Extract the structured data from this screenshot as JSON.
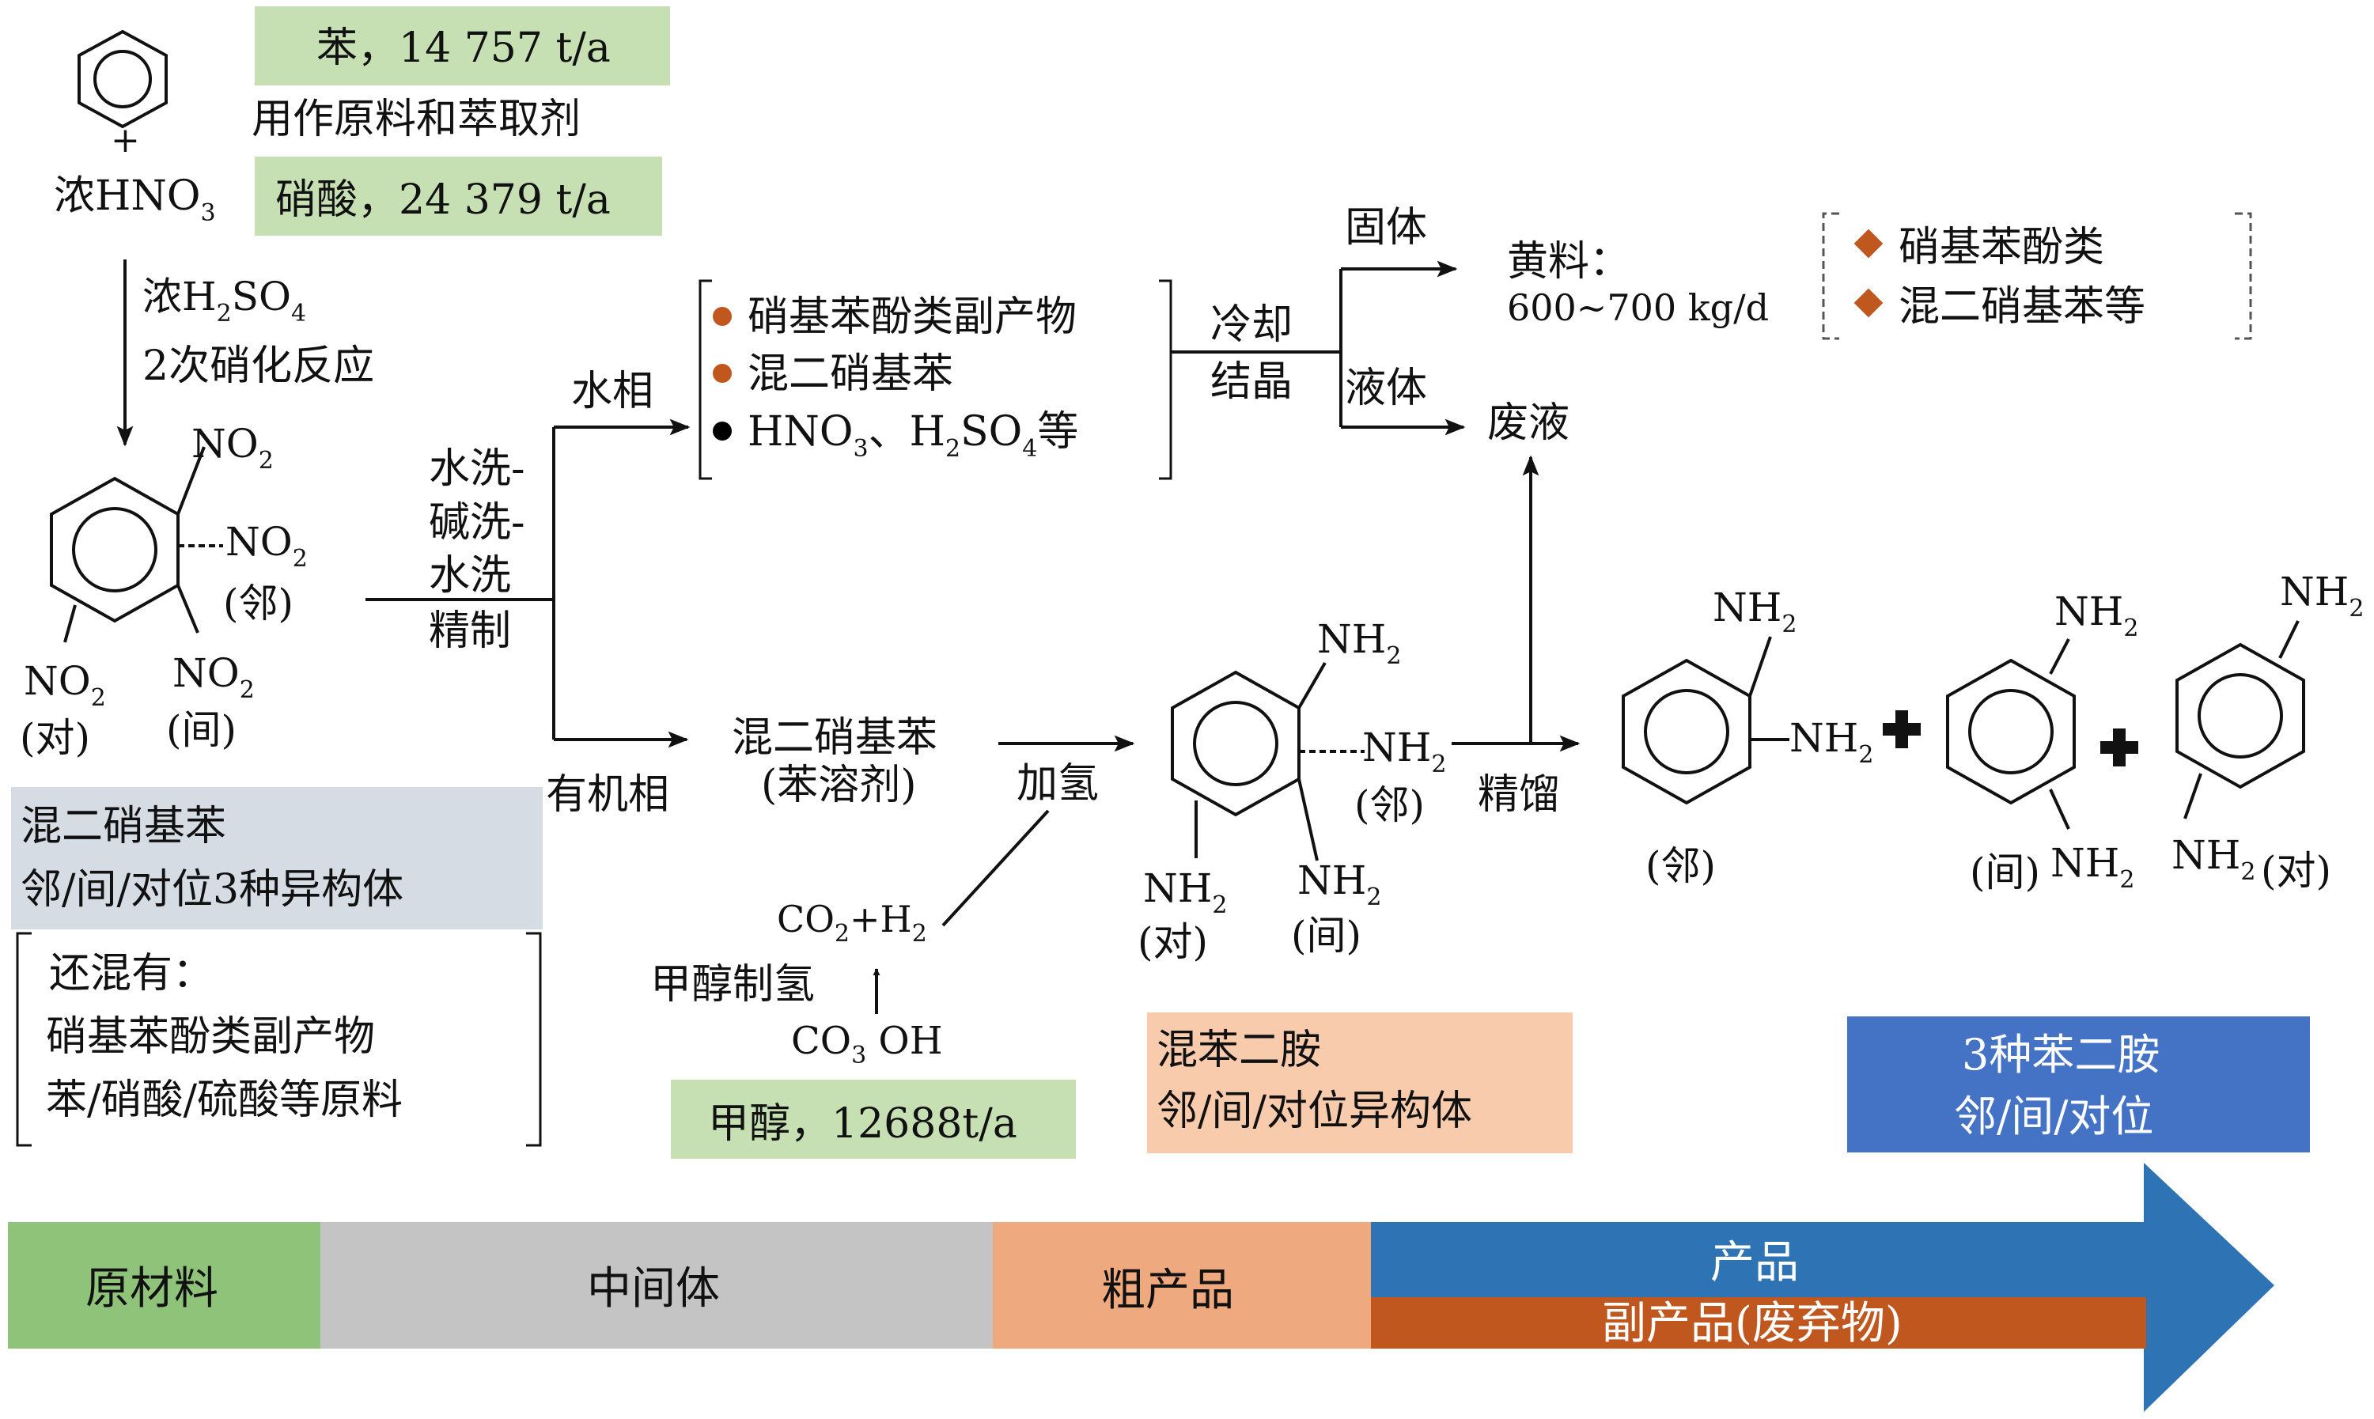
{
  "raw": {
    "benzene_box": "苯，14 757 t/a",
    "benzene_use": "用作原料和萃取剂",
    "plus": "+",
    "conc_hno3": "浓HNO",
    "conc_hno3_sub": "3",
    "nitric_box": "硝酸，24 379 t/a"
  },
  "nitration": {
    "acid": "浓H",
    "acid_sub1": "2",
    "acid_mid": "SO",
    "acid_sub2": "4",
    "reaction": "2次硝化反应"
  },
  "dinitro": {
    "group": "NO",
    "group_sub": "2",
    "ortho": "(邻)",
    "meta": "(间)",
    "para": "(对)"
  },
  "wash": [
    "水洗-",
    "碱洗-",
    "水洗",
    "精制"
  ],
  "aqueous": {
    "label": "水相",
    "items": [
      {
        "text": "硝基苯酚类副产物",
        "bullet_color": "#c0571f"
      },
      {
        "text": "混二硝基苯",
        "bullet_color": "#c0571f"
      },
      {
        "text": "HNO",
        "sub1": "3",
        "mid": "、H",
        "sub2": "2",
        "mid2": "SO",
        "sub3": "4",
        "end": "等",
        "bullet_color": "#000000"
      }
    ],
    "cooling": "冷却",
    "crystal": "结晶",
    "solid": "固体",
    "liquid": "液体",
    "yellow_label": "黄料：",
    "yellow_rate": "600~700 kg/d",
    "waste": "废液"
  },
  "yellow_legend": [
    {
      "text": "硝基苯酚类",
      "color": "#c0571f"
    },
    {
      "text": "混二硝基苯等",
      "color": "#c0571f"
    }
  ],
  "organic": {
    "label": "有机相",
    "name": "混二硝基苯",
    "solvent": "(苯溶剂)",
    "hydrogenation": "加氢",
    "co2h2": "CO",
    "co2h2_sub1": "2",
    "co2h2_mid": "+H",
    "co2h2_sub2": "2",
    "methanol_h2": "甲醇制氢",
    "ch3oh": "CO",
    "ch3oh_sub": "3",
    "ch3oh_end": " OH",
    "methanol_box": "甲醇，12688t/a"
  },
  "diamine": {
    "group": "NH",
    "group_sub": "2",
    "ortho": "(邻)",
    "meta": "(间)",
    "para": "(对)",
    "distill": "精馏"
  },
  "boxes": {
    "mixed_dinitro_title": "混二硝基苯",
    "mixed_dinitro_sub": "邻/间/对位3种异构体",
    "impurities_title": "还混有：",
    "impurities_1": "硝基苯酚类副产物",
    "impurities_2": "苯/硝酸/硫酸等原料",
    "crude_title": "混苯二胺",
    "crude_sub": "邻/间/对位异构体",
    "product_title": "3种苯二胺",
    "product_sub": "邻/间/对位"
  },
  "bar": {
    "raw": "原材料",
    "intermediate": "中间体",
    "crude": "粗产品",
    "product": "产品",
    "byproduct": "副产品(废弃物)"
  },
  "colors": {
    "green": "#c6e0b4",
    "gray_blue": "#d6dce4",
    "peach": "#f8cbad",
    "blue_box": "#4472c4",
    "bar_green": "#8fc37a",
    "bar_gray": "#c4c4c4",
    "bar_peach": "#efa97f",
    "bar_blue": "#2e74b5",
    "bar_orange": "#c0571f"
  }
}
